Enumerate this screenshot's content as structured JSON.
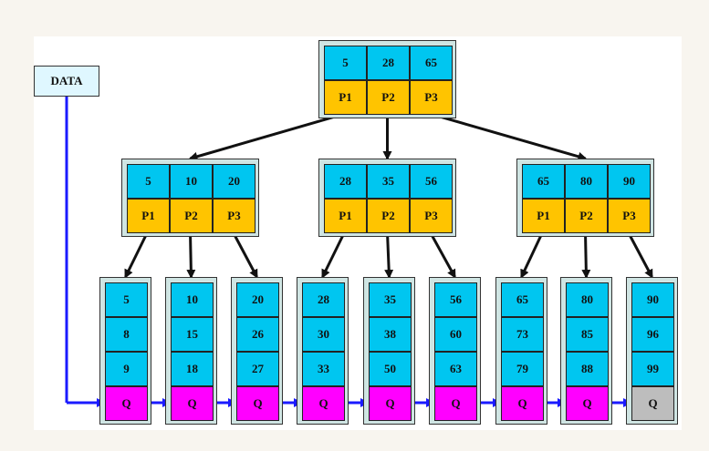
{
  "data_label": "DATA",
  "root": {
    "keys": [
      "5",
      "28",
      "65"
    ],
    "pointers": [
      "P1",
      "P2",
      "P3"
    ]
  },
  "internal": [
    {
      "keys": [
        "5",
        "10",
        "20"
      ],
      "pointers": [
        "P1",
        "P2",
        "P3"
      ]
    },
    {
      "keys": [
        "28",
        "35",
        "56"
      ],
      "pointers": [
        "P1",
        "P2",
        "P3"
      ]
    },
    {
      "keys": [
        "65",
        "80",
        "90"
      ],
      "pointers": [
        "P1",
        "P2",
        "P3"
      ]
    }
  ],
  "leaves": [
    {
      "keys": [
        "5",
        "8",
        "9"
      ],
      "q": "Q"
    },
    {
      "keys": [
        "10",
        "15",
        "18"
      ],
      "q": "Q"
    },
    {
      "keys": [
        "20",
        "26",
        "27"
      ],
      "q": "Q"
    },
    {
      "keys": [
        "28",
        "30",
        "33"
      ],
      "q": "Q"
    },
    {
      "keys": [
        "35",
        "38",
        "50"
      ],
      "q": "Q"
    },
    {
      "keys": [
        "56",
        "60",
        "63"
      ],
      "q": "Q"
    },
    {
      "keys": [
        "65",
        "73",
        "79"
      ],
      "q": "Q"
    },
    {
      "keys": [
        "80",
        "85",
        "88"
      ],
      "q": "Q"
    },
    {
      "keys": [
        "90",
        "96",
        "99"
      ],
      "q": "Q"
    }
  ],
  "colors": {
    "key_cell": "#00c6f0",
    "pointer_cell": "#ffc400",
    "q_cell": "#ff00ff",
    "q_cell_last": "#bdbdbd",
    "node_frame": "#cfe5e3",
    "data_box": "#dff7ff",
    "link_arrow": "#1a1aff",
    "tree_arrow": "#111111"
  }
}
